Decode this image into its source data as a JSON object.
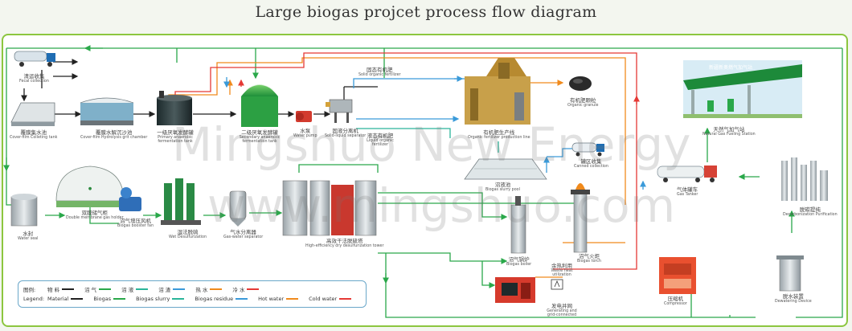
{
  "title": "Large biogas projcet process flow diagram",
  "watermark": [
    "Mingshuo New Energy",
    "www.mingshuo.com"
  ],
  "colors": {
    "frame": "#8cc63f",
    "material": "#222222",
    "biogas": "#2aa84a",
    "biogas_slurry": "#2bb59a",
    "biogas_residue": "#3a9ad9",
    "hot_water": "#f08a1c",
    "cold_water": "#e53935",
    "legend_border": "#6aa7c9"
  },
  "nodes": {
    "fecal_collection": {
      "zh": "清运收集",
      "en": "Fecal collection",
      "icon": "tanker-truck-icon"
    },
    "colleting_tank": {
      "zh": "覆膜集水池",
      "en": "Cover-film Colleting tank",
      "icon": "covered-tank-icon"
    },
    "hydrolysis_tank": {
      "zh": "覆膜水解沉沙池",
      "en": "Cover-film Hydrolysis grit chamber",
      "icon": "hydrolysis-tank-icon"
    },
    "primary_fermenter": {
      "zh": "一级厌氧发酵罐",
      "en": "Primary anaerobic fermentation tank",
      "icon": "dark-fermenter-icon"
    },
    "secondary_fermenter": {
      "zh": "二级厌氧发酵罐",
      "en": "Secondary anaerobic fermentation tank",
      "icon": "green-dome-fermenter-icon"
    },
    "water_pump": {
      "zh": "水泵",
      "en": "Water pump",
      "icon": "pump-icon"
    },
    "solid_liquid_separator": {
      "zh": "固液分离机",
      "en": "Solid-liquid separator",
      "icon": "separator-icon"
    },
    "solid_organic_fertilizer": {
      "zh": "固态有机肥",
      "en": "Solid organic fertilizer"
    },
    "liquid_organic_fertilizer": {
      "zh": "液态有机肥",
      "en": "Liquid organic fertilizer"
    },
    "fertilizer_plant": {
      "zh": "有机肥生产线",
      "en": "Organic fertilizer production line",
      "icon": "factory-icon"
    },
    "organic_granule": {
      "zh": "有机肥颗粒",
      "en": "Organic granule",
      "icon": "granule-pile-icon"
    },
    "canned_collection": {
      "zh": "罐区收集",
      "en": "Canned collection",
      "icon": "tank-truck-icon"
    },
    "biogas_slurry_pool": {
      "zh": "沼液池",
      "en": "Biogas slurry pool",
      "icon": "slurry-pool-icon"
    },
    "gas_station": {
      "zh": "天然气加气站",
      "en": "Natural Gas Fueling Station",
      "sign": "新疆新奥燃气加气站",
      "icon": "gas-station-icon"
    },
    "gas_tanker": {
      "zh": "气体罐车",
      "en": "Gas Tanker",
      "icon": "gas-tanker-icon"
    },
    "decarbonization": {
      "zh": "脱碳提纯",
      "en": "Decarbonization Purification",
      "icon": "purification-tower-icon"
    },
    "water_seal": {
      "zh": "水封",
      "en": "Water seal",
      "icon": "water-seal-icon"
    },
    "gas_holder": {
      "zh": "双膜储气柜",
      "en": "Double membrane gas holder",
      "icon": "gas-holder-dome-icon"
    },
    "biogas_booster_fan": {
      "zh": "沼气增压风机",
      "en": "Biogas booster fan",
      "icon": "blower-icon"
    },
    "wet_desulfurization": {
      "zh": "湿法脱硫",
      "en": "Wet Desulfurization",
      "icon": "desulfurization-tower-icon"
    },
    "gas_water_separator": {
      "zh": "气水分离器",
      "en": "Gas-water separator",
      "icon": "separator-vessel-icon"
    },
    "dry_desulfurization": {
      "zh": "高效干法脱硫塔",
      "en": "High-efficiency dry desulfurization tower",
      "icon": "dry-desulfurization-icon"
    },
    "biogas_boiler": {
      "zh": "沼气锅炉",
      "en": "Biogas boiler",
      "icon": "boiler-icon"
    },
    "biogas_torch": {
      "zh": "沼气火炬",
      "en": "Biogas torch",
      "icon": "torch-icon"
    },
    "waste_heat": {
      "zh": "余热利用",
      "en": "Waste heat utilization",
      "icon": "heat-exchanger-icon"
    },
    "generating_unit": {
      "zh": "发电并网",
      "en": "Generating and grid-connected",
      "icon": "generator-icon"
    },
    "compressor": {
      "zh": "压缩机",
      "en": "Compressor",
      "icon": "compressor-icon"
    },
    "dewatering_device": {
      "zh": "脱水装置",
      "en": "Dewatering Device",
      "icon": "dewatering-icon"
    }
  },
  "legend": {
    "head_zh": "图例:",
    "head_en": "Legend:",
    "items": [
      {
        "zh": "物 料",
        "en": "Material",
        "color": "#222222"
      },
      {
        "zh": "沼 气",
        "en": "Biogas",
        "color": "#2aa84a"
      },
      {
        "zh": "沼 液",
        "en": "Biogas slurry",
        "color": "#2bb59a"
      },
      {
        "zh": "沼 渣",
        "en": "Biogas residue",
        "color": "#3a9ad9"
      },
      {
        "zh": "热 水",
        "en": "Hot water",
        "color": "#f08a1c"
      },
      {
        "zh": "冷 水",
        "en": "Cold water",
        "color": "#e53935"
      }
    ]
  }
}
